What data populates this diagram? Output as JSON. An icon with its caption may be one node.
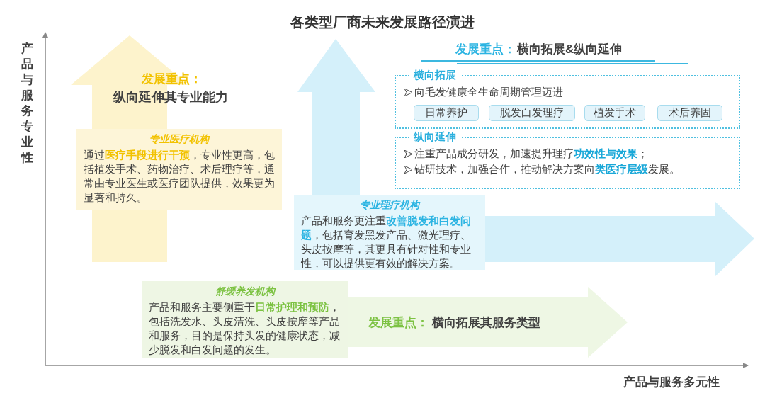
{
  "diagram": {
    "title": "各类型厂商未来发展路径演进",
    "nodes": [
      {
        "text": [
          "专业医疗机构",
          "通过**医疗手段进行干预**，专业性更高，包括植发手术、药物治疗、术后理疗等，通常由专业医生或医疗团队提供，效果更为显著和持久。"
        ]
      },
      {
        "text": [
          "专业理疗机构",
          "产品和服务更注重**改善脱发和白发问题**，包括育发黑发产品、激光理疗、头皮按摩等，其更具有针对性和专业性，可以提供更有效的解决方案。"
        ]
      },
      {
        "text": [
          "舒缓养发机构",
          "产品和服务主要侧重于**日常护理和预防**，包括洗发水、头皮清洗、头皮按摩等产品和服务，目的是保持头发的健康状态，减少脱发和白发问题的发生。"
        ]
      },
      {
        "text": [
          "横向拓展",
          "向毛发健康全生命周期管理迈进"
        ]
      },
      {
        "text": [
          "日常养护"
        ],
        "in": 3
      },
      {
        "text": [
          "脱发白发理疗"
        ],
        "in": 3
      },
      {
        "text": [
          "植发手术"
        ],
        "in": 3
      },
      {
        "text": [
          "术后养固"
        ],
        "in": 3
      },
      {
        "text": [
          "纵向延伸",
          "注重产品成分研发，加速提升理疗**功效性与效果**；",
          "钻研技术，加强合作，推动解决方案向**类医疗层级**发展。"
        ]
      }
    ],
    "labels": [
      "发展重点：",
      "纵向延伸其专业能力",
      "发展重点：",
      "横向拓展&纵向延伸",
      "发展重点：",
      "横向拓展其服务类型",
      "产品与服务专业性",
      "产品与服务多元性"
    ]
  }
}
